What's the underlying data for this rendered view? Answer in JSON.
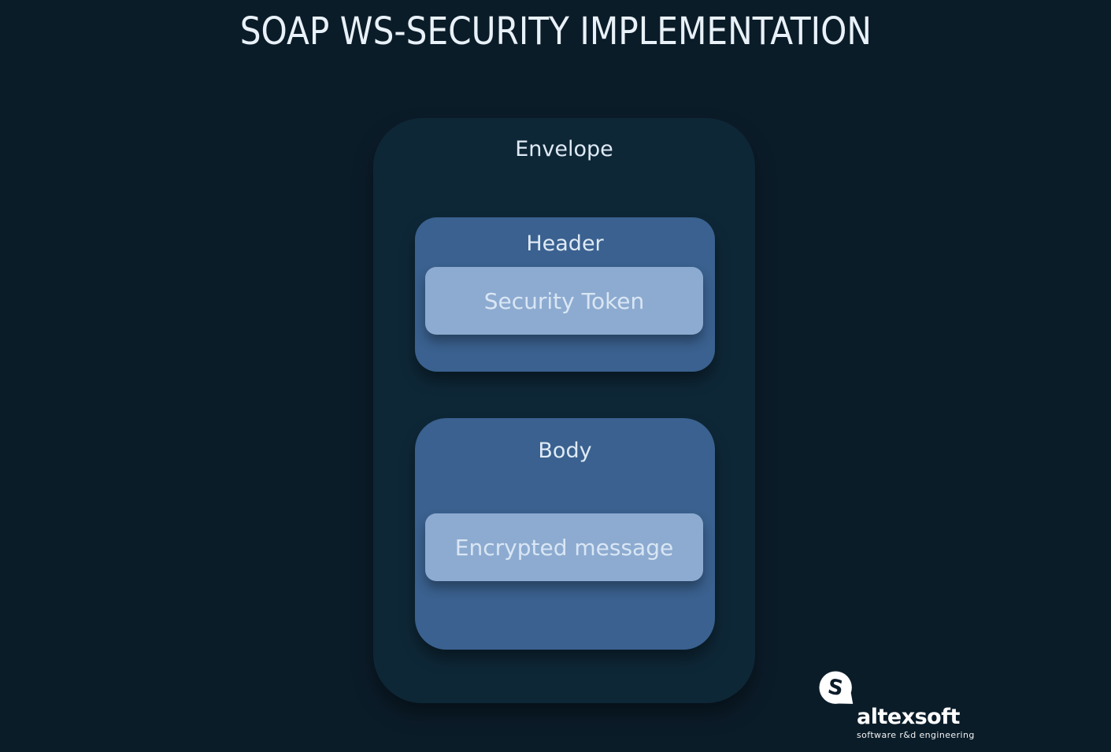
{
  "title": "SOAP WS-SECURITY IMPLEMENTATION",
  "envelope": {
    "label": "Envelope",
    "header": {
      "label": "Header",
      "security_token": {
        "label": "Security Token"
      }
    },
    "body": {
      "label": "Body",
      "encrypted_message": {
        "label": "Encrypted message"
      }
    }
  },
  "logo": {
    "brand": "altexsoft",
    "tagline": "software r&d engineering",
    "monogram": "S"
  },
  "colors": {
    "background": "#0b1c29",
    "envelope": "#0e2737",
    "section": "#3a618f",
    "item": "#8dabd0",
    "title-text": "#e9f1f8",
    "label-text": "#dfeaf5",
    "item-text": "#d9e6f4",
    "logo-text": "#ffffff"
  }
}
